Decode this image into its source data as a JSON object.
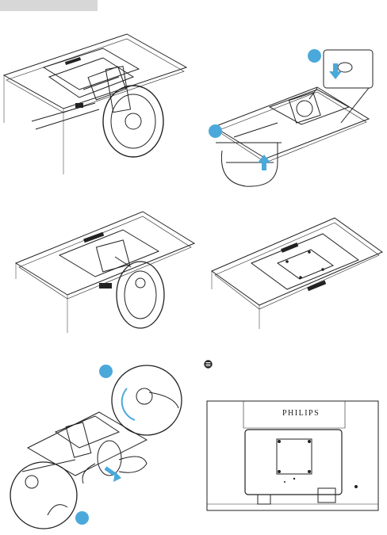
{
  "header": {
    "tab_label": ""
  },
  "figures": [
    {
      "id": "fig-1",
      "caption": ""
    },
    {
      "id": "fig-2",
      "caption": ""
    },
    {
      "id": "fig-3",
      "caption": ""
    },
    {
      "id": "fig-4",
      "caption": ""
    },
    {
      "id": "fig-5",
      "caption": ""
    },
    {
      "id": "fig-6",
      "caption": ""
    }
  ],
  "note": {
    "icon": "note-icon",
    "text": ""
  },
  "monitor_rear": {
    "brand": "PHILIPS"
  },
  "colors": {
    "accent": "#4aa9da",
    "line": "#222222",
    "tab": "#d7d7d7"
  }
}
